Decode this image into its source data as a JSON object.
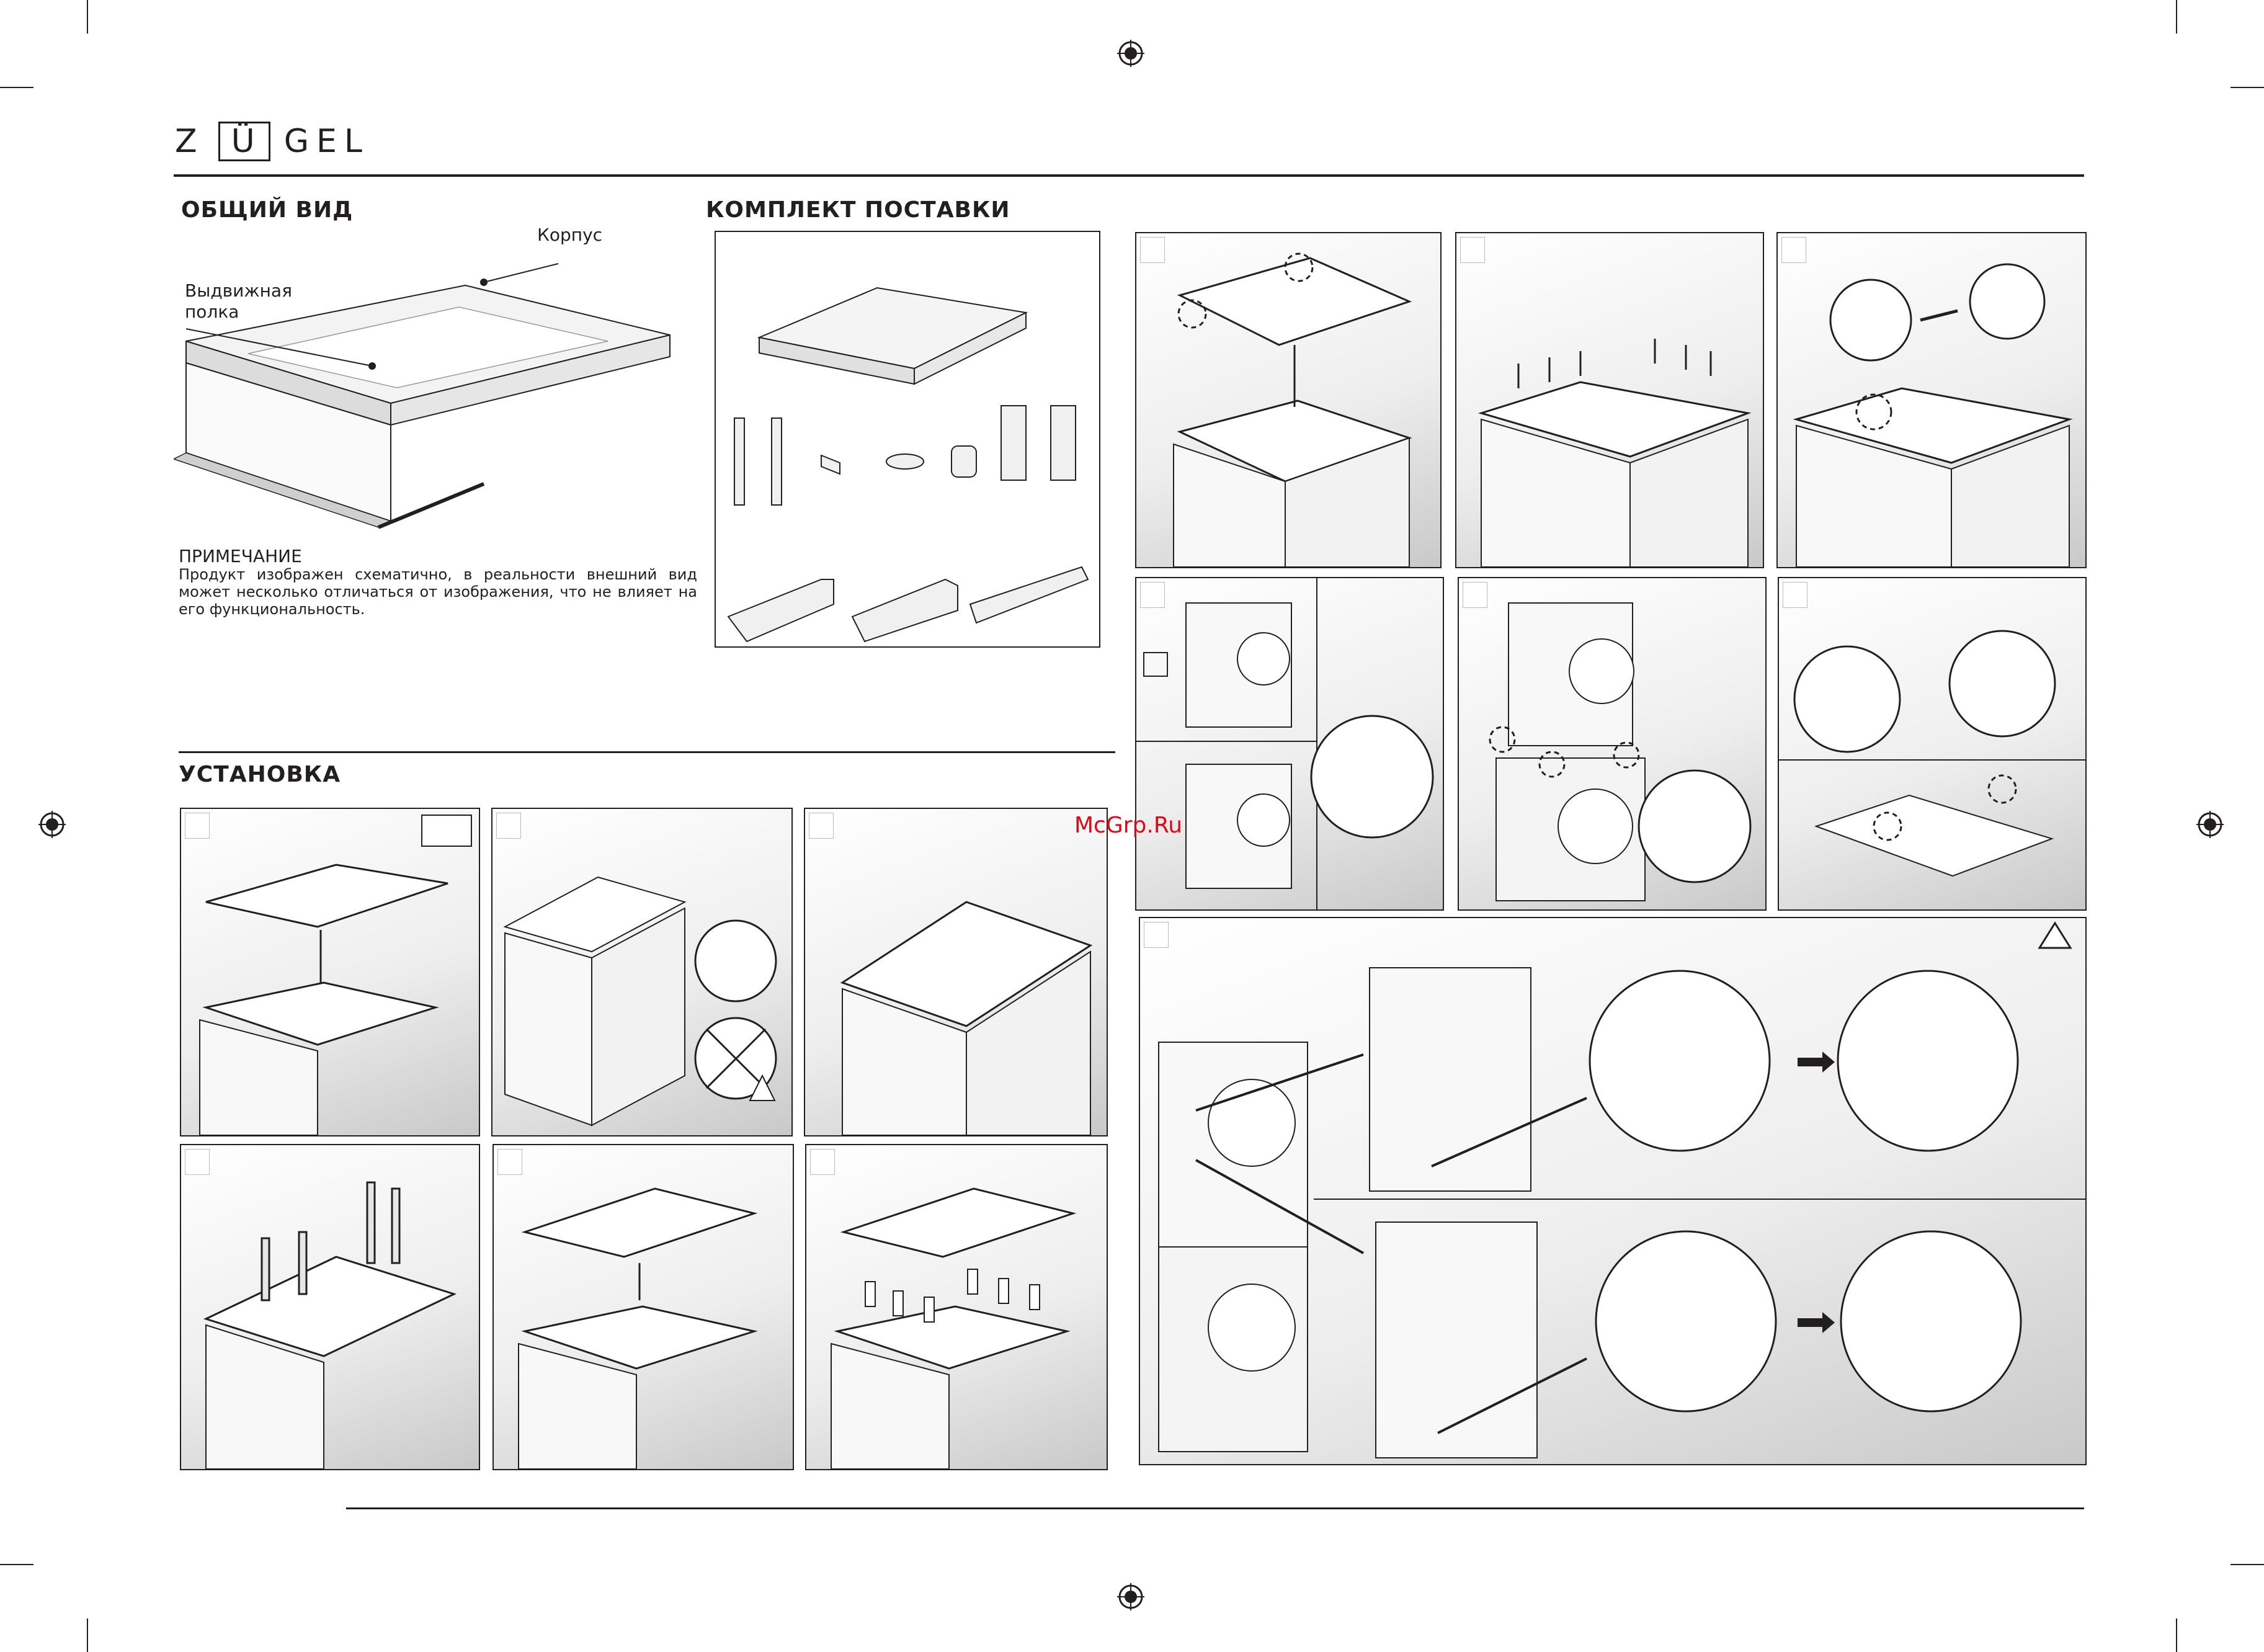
{
  "brand": {
    "letter_1": "Z",
    "letter_boxed": "Ü",
    "letters_rest": "GEL"
  },
  "sections": {
    "overview_title": "ОБЩИЙ ВИД",
    "kit_title": "КОМПЛЕКТ ПОСТАВКИ",
    "install_title": "УСТАНОВКА"
  },
  "overview": {
    "label_body": "Корпус",
    "label_shelf": "Выдвижная\nполка"
  },
  "note": {
    "title": "ПРИМЕЧАНИЕ",
    "text": "Продукт изображен схематично, в реальности внешний вид может несколько отличаться от изображения, что не влияет на его функциональность."
  },
  "watermark": "McGrp.Ru",
  "icons": {
    "registration": "registration-mark-icon",
    "warning": "warning-triangle-icon",
    "attention": "attention-manual-icon",
    "pointer_arrow": "arrow-icon"
  },
  "colors": {
    "ink": "#231f20",
    "panel_gradient_end": "#c9c9c9",
    "watermark": "#e30613"
  }
}
